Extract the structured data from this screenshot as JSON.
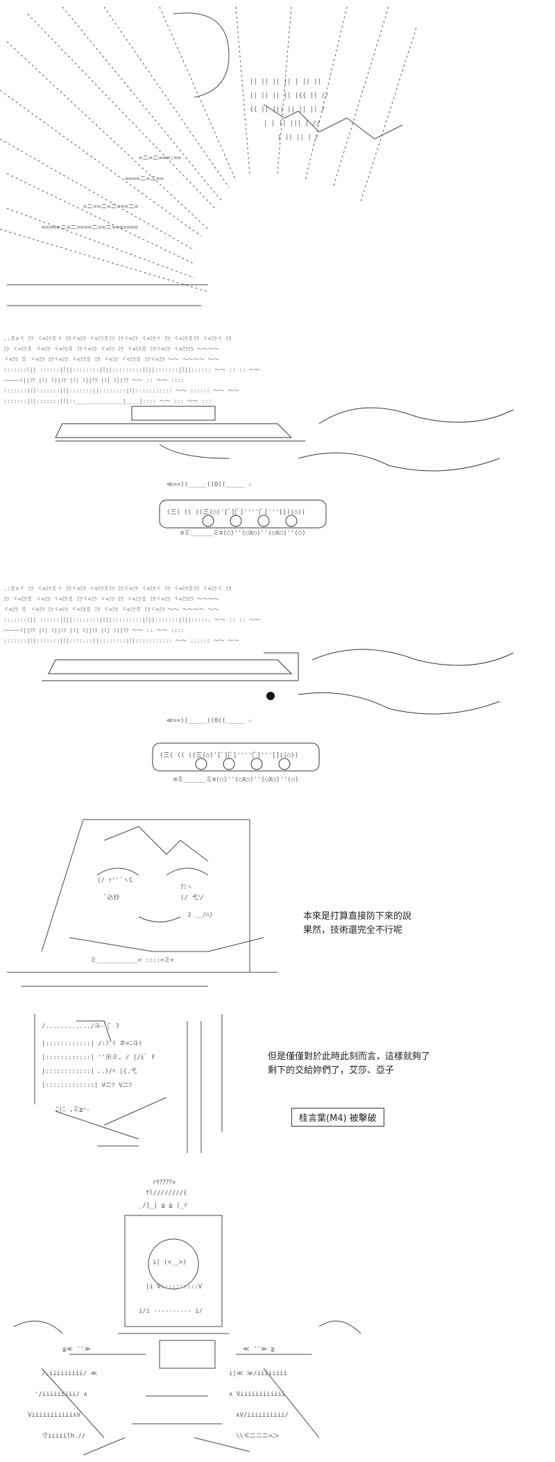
{
  "panels": [
    {
      "id": "panel-1",
      "caption_lines": []
    },
    {
      "id": "panel-2",
      "caption_lines": []
    },
    {
      "id": "panel-3",
      "caption_lines": []
    },
    {
      "id": "panel-4",
      "caption_lines": [
        "本來是打算直接防下來的說",
        "果然，技術還完全不行呢"
      ]
    },
    {
      "id": "panel-5",
      "caption_lines": [
        "但是僅僅對於此時此刻而言，這樣就夠了",
        "剩下的交給妳們了，艾莎、亞子"
      ],
      "label": "桂言葉(M4) 被擊破"
    },
    {
      "id": "panel-6",
      "caption_lines": []
    }
  ]
}
